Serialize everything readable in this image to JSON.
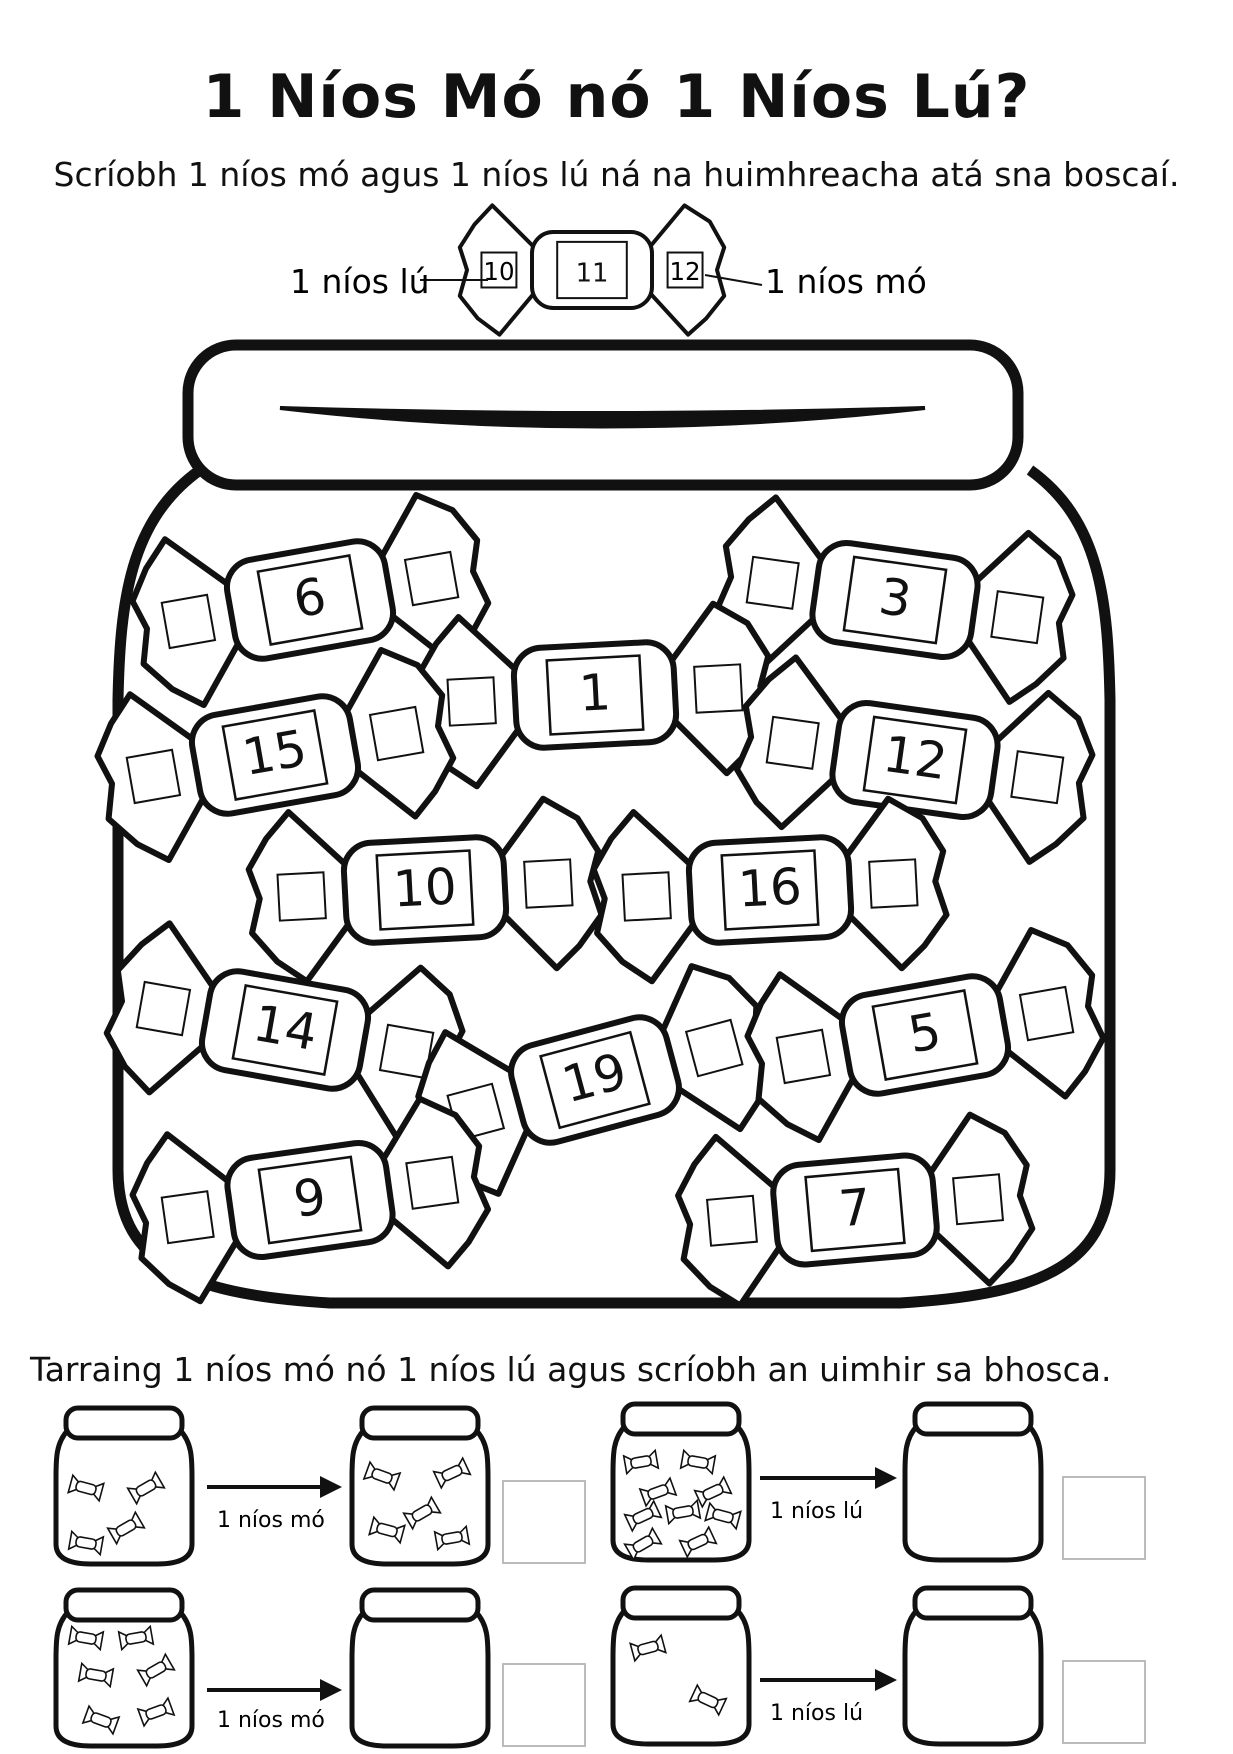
{
  "title": "1 Níos Mó nó 1 Níos Lú?",
  "subtitle": "Scríobh 1 níos mó agus 1 níos lú ná na huimhreacha atá sna boscaí.",
  "example": {
    "less_label": "1 níos lú",
    "more_label": "1 níos mó",
    "left": "10",
    "center": "11",
    "right": "12"
  },
  "jar_sweets": [
    "6",
    "3",
    "1",
    "15",
    "12",
    "10",
    "16",
    "14",
    "19",
    "5",
    "9",
    "7"
  ],
  "instruction2": "Tarraing 1 níos mó nó 1 níos lú agus scríobh an uimhir sa bhosca.",
  "tasks": [
    {
      "label": "1 níos mó"
    },
    {
      "label": "1 níos lú"
    },
    {
      "label": "1 níos mó"
    },
    {
      "label": "1 níos lú"
    }
  ]
}
